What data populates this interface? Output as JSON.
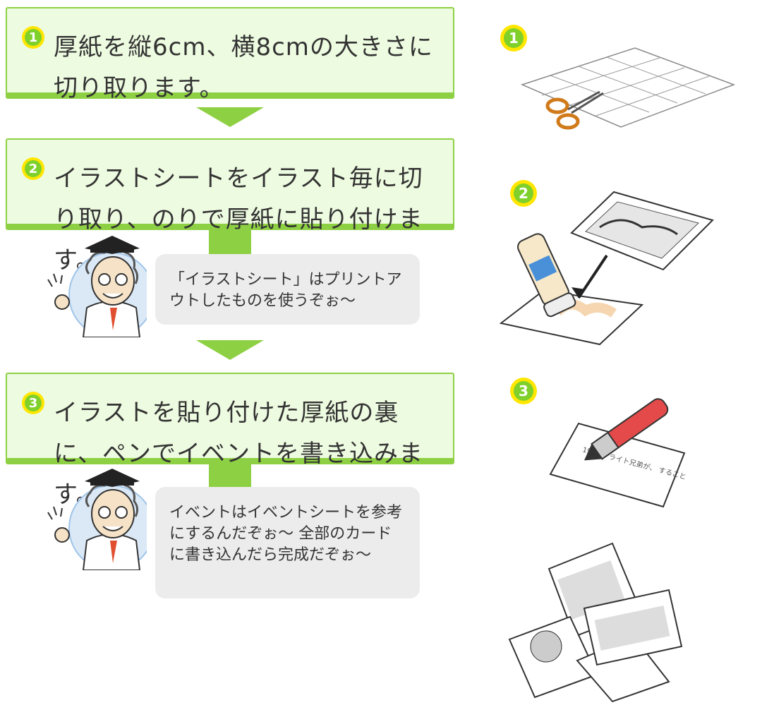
{
  "steps": [
    {
      "num": "1",
      "text": "厚紙を縦6cm、横8cmの大きさに切り取ります。"
    },
    {
      "num": "2",
      "text": "イラストシートをイラスト毎に切り取り、のりで厚紙に貼り付けます。"
    },
    {
      "num": "3",
      "text": "イラストを貼り付けた厚紙の裏に、ペンでイベントを書き込みます。"
    }
  ],
  "bubbles": [
    {
      "text": "「イラストシート」はプリントアウトしたものを使うぞぉ〜"
    },
    {
      "text": "イベントはイベントシートを参考にするんだぞぉ〜 全部のカードに書き込んだら完成だぞぉ〜"
    }
  ],
  "illustrations": {
    "badges": [
      "1",
      "2",
      "3"
    ],
    "card_text": "1903年 ライト兄弟が、 すること"
  },
  "colors": {
    "accent": "#8ed043",
    "box_bg": "#edfbe0",
    "bubble_bg": "#ececec",
    "badge_fill": "#7fd02a",
    "badge_text": "#ffffff"
  }
}
